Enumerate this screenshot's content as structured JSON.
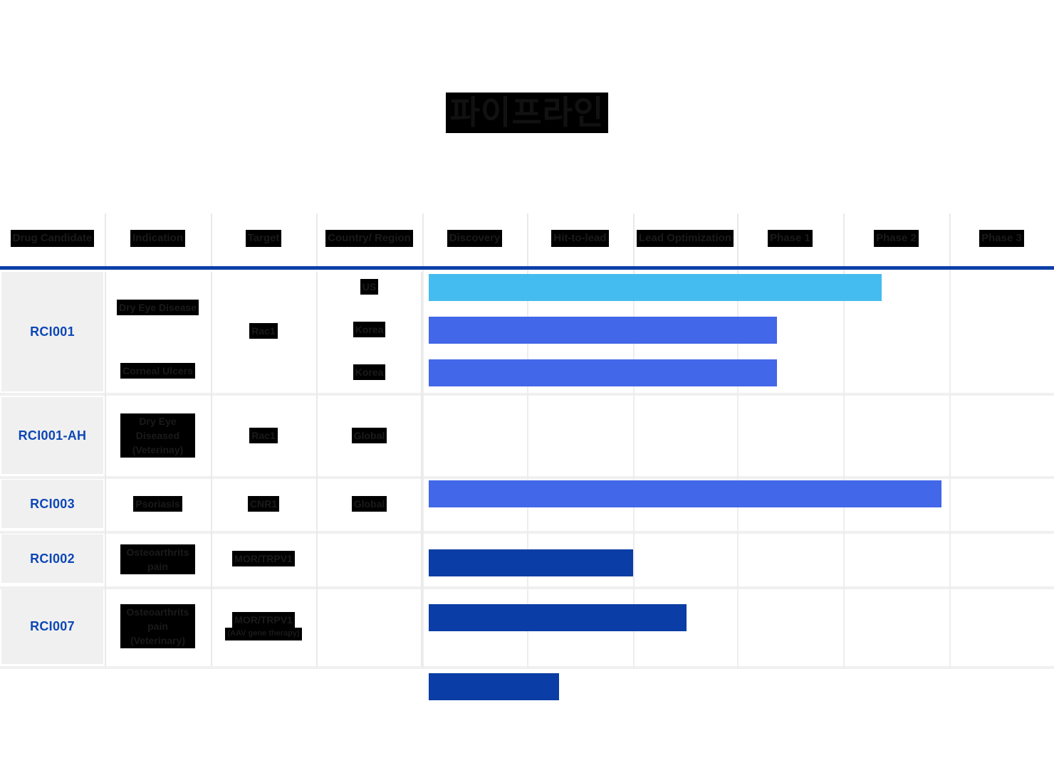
{
  "title": "파이프라인",
  "colors": {
    "rule": "#0d3fa8",
    "bar_cyan": "#45bcef",
    "bar_royal": "#4267e8",
    "bar_navy": "#0a3da5",
    "drug_text": "#0d47b5",
    "cell_bg": "#f0f0f0"
  },
  "columns": [
    {
      "key": "drug_candidate",
      "label": "Drug Candidate"
    },
    {
      "key": "indication",
      "label": "Indication"
    },
    {
      "key": "target",
      "label": "Target"
    },
    {
      "key": "country_region",
      "label": "Country/ Region"
    }
  ],
  "phases": [
    {
      "key": "discovery",
      "label": "Discovery"
    },
    {
      "key": "hit_to_lead",
      "label": "Hit-to-lead"
    },
    {
      "key": "lead_optimization",
      "label": "Lead Optimization"
    },
    {
      "key": "phase1",
      "label": "Phase 1"
    },
    {
      "key": "phase2",
      "label": "Phase 2"
    },
    {
      "key": "phase3",
      "label": "Phase 3"
    }
  ],
  "chart_data": {
    "type": "bar",
    "title": "파이프라인",
    "categories": [
      "Discovery",
      "Hit-to-lead",
      "Lead Optimization",
      "Phase 1",
      "Phase 2",
      "Phase 3"
    ],
    "xlabel": "",
    "ylabel": "",
    "grid": true,
    "legend": "none",
    "note": "Horizontal progress (Gantt-style) bars; value = number of completed phase columns out of 6",
    "rows": [
      {
        "drug": "RCI001",
        "bars": [
          {
            "indication": "Dry Eye Disease",
            "country": "US",
            "value": 4.3,
            "color": "#45bcef"
          },
          {
            "indication": "Dry Eye Disease",
            "country": "Korea",
            "value": 3.35,
            "color": "#4267e8"
          },
          {
            "indication": "Corneal Ulcers",
            "country": "Korea",
            "value": 3.35,
            "color": "#4267e8"
          }
        ]
      },
      {
        "drug": "RCI001-AH",
        "bars": [
          {
            "indication": "Dry Eye Diseased (Veterinay)",
            "country": "Global",
            "value": 4.9,
            "color": "#4267e8"
          }
        ]
      },
      {
        "drug": "RCI003",
        "bars": [
          {
            "indication": "Psoriasis",
            "country": "Global",
            "value": 2.0,
            "color": "#0a3da5"
          }
        ]
      },
      {
        "drug": "RCI002",
        "bars": [
          {
            "indication": "Osteoarthrits pain",
            "country": "",
            "value": 2.5,
            "color": "#0a3da5"
          }
        ]
      },
      {
        "drug": "RCI007",
        "bars": [
          {
            "indication": "Osteoarthrits pain (Veterinary)",
            "country": "",
            "value": 1.25,
            "color": "#0a3da5"
          }
        ]
      }
    ]
  },
  "rows": [
    {
      "drug": "RCI001",
      "indication_lines": [
        "Dry Eye Disease",
        "Corneal Ulcers"
      ],
      "target": "Rac1",
      "countries": [
        "US",
        "Korea",
        "Korea"
      ]
    },
    {
      "drug": "RCI001-AH",
      "indication_lines": [
        "Dry Eye Diseased (Veterinay)"
      ],
      "target": "Rac1",
      "countries": [
        "Global"
      ]
    },
    {
      "drug": "RCI003",
      "indication_lines": [
        "Psoriasis"
      ],
      "target": "CNR1",
      "countries": [
        "Global"
      ]
    },
    {
      "drug": "RCI002",
      "indication_lines": [
        "Osteoarthrits pain"
      ],
      "target": "MOR/TRPV1",
      "countries": [
        ""
      ]
    },
    {
      "drug": "RCI007",
      "indication_lines": [
        "Osteoarthrits pain (Veterinary)"
      ],
      "target": "MOR/TRPV1",
      "target_sub": "(AAV gene therapy)",
      "countries": [
        ""
      ]
    }
  ]
}
